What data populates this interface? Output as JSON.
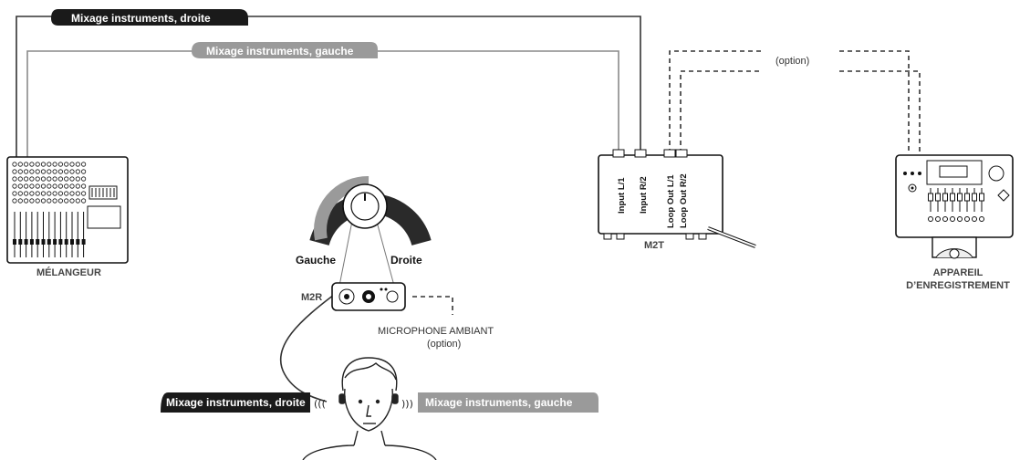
{
  "cables": {
    "right_mix_top": "Mixage instruments, droite",
    "left_mix_top": "Mixage instruments, gauche",
    "option_top": "(option)"
  },
  "devices": {
    "mixer": "MÉLANGEUR",
    "m2t": "M2T",
    "m2r": "M2R",
    "recorder_line1": "APPAREIL",
    "recorder_line2": "D’ENREGISTREMENT"
  },
  "m2t_ports": [
    "Input L/1",
    "Input R/2",
    "Loop Out L/1",
    "Loop Out R/2"
  ],
  "knob": {
    "left": "Gauche",
    "right": "Droite"
  },
  "ambient_mic": {
    "line1": "MICROPHONE AMBIANT",
    "line2": "(option)"
  },
  "listener": {
    "right_label": "Mixage instruments, droite",
    "left_label": "Mixage instruments, gauche",
    "right_waves": "(((",
    "left_waves": ")))"
  },
  "colors": {
    "right_channel": "#1a1a1a",
    "left_channel": "#9a9a9a",
    "line": "#555555"
  }
}
